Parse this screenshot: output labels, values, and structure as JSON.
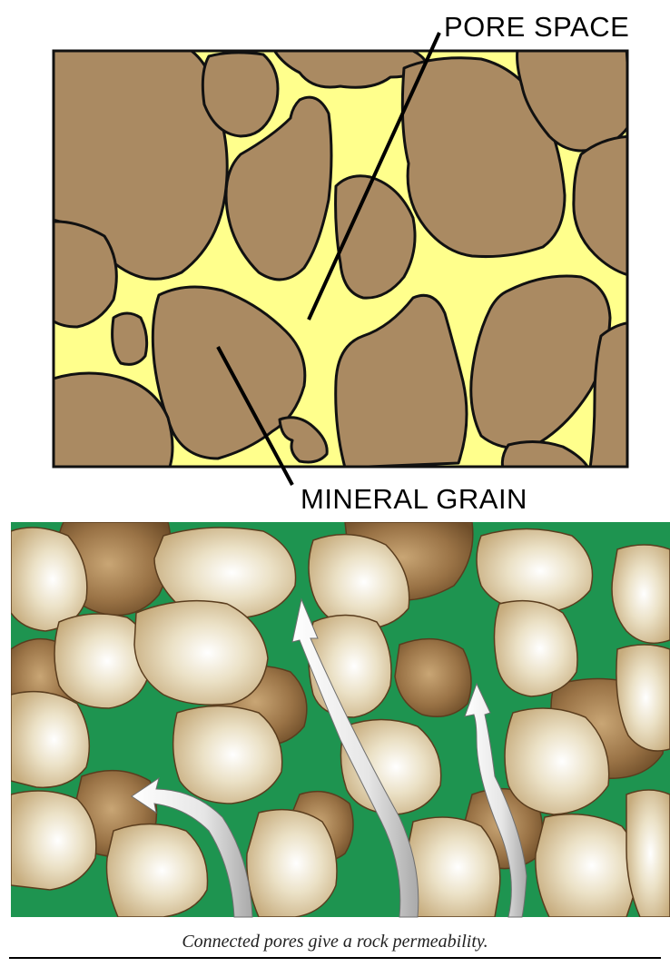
{
  "labels": {
    "pore_space": "PORE SPACE",
    "mineral_grain": "MINERAL GRAIN"
  },
  "caption": "Connected pores give a rock permeability.",
  "colors": {
    "pore_fill": "#ffff8c",
    "grain_fill": "#aa8a62",
    "grain_outline": "#111111",
    "fluid_green": "#1e9450",
    "grain_light": "#f1e7cf",
    "grain_dark": "#7c5a35",
    "arrow_white": "#f3f3f3"
  }
}
